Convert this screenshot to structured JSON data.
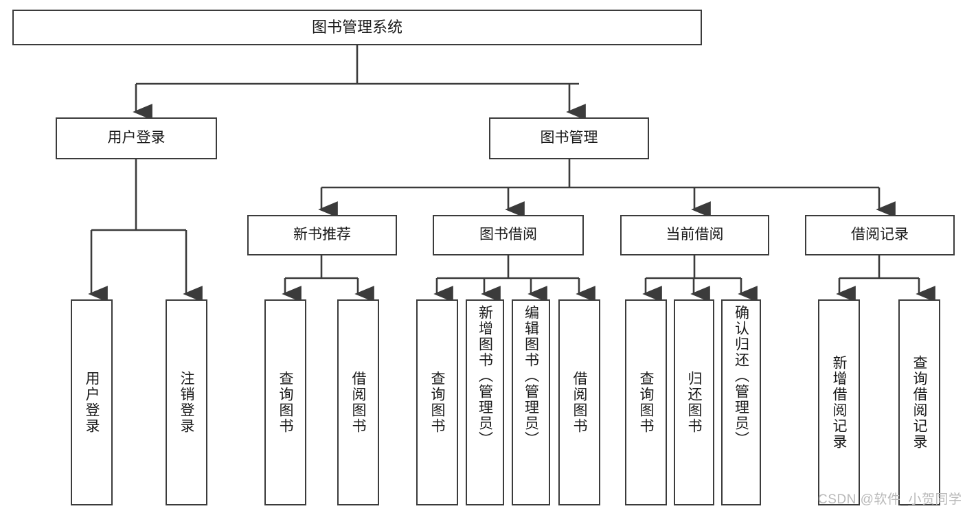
{
  "diagram": {
    "type": "tree",
    "title": "图书管理系统",
    "orientation": "top-down",
    "levels": 4,
    "colors": {
      "stroke": "#3b3b3b",
      "fill": "#ffffff",
      "text": "#1a1a1a",
      "watermark": "#b9b9b9"
    },
    "root": {
      "label": "图书管理系统",
      "children": [
        {
          "label": "用户登录",
          "children": [
            {
              "label": "用户登录"
            },
            {
              "label": "注销登录"
            }
          ]
        },
        {
          "label": "图书管理",
          "children": [
            {
              "label": "新书推荐",
              "children": [
                {
                  "label": "查询图书"
                },
                {
                  "label": "借阅图书"
                }
              ]
            },
            {
              "label": "图书借阅",
              "children": [
                {
                  "label": "查询图书"
                },
                {
                  "label": "新增图书（管理员）"
                },
                {
                  "label": "编辑图书（管理员）"
                },
                {
                  "label": "借阅图书"
                }
              ]
            },
            {
              "label": "当前借阅",
              "children": [
                {
                  "label": "查询图书"
                },
                {
                  "label": "归还图书"
                },
                {
                  "label": "确认归还（管理员）"
                }
              ]
            },
            {
              "label": "借阅记录",
              "children": [
                {
                  "label": "新增借阅记录"
                },
                {
                  "label": "查询借阅记录"
                }
              ]
            }
          ]
        }
      ]
    }
  },
  "watermark": {
    "text": "CSDN @软件_小贺同学"
  }
}
